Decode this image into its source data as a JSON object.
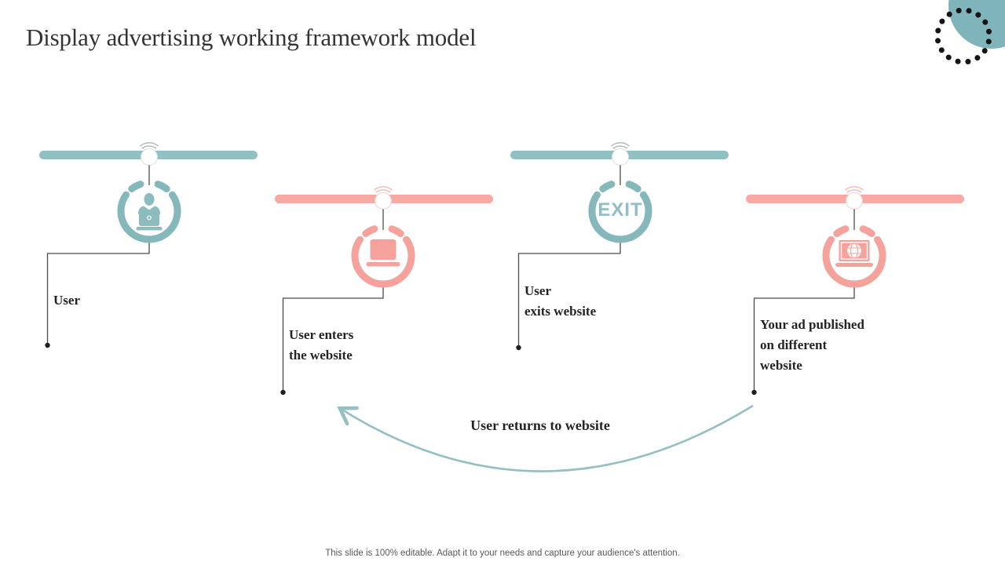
{
  "slide": {
    "title": "Display advertising working framework model",
    "footer": "This slide is 100% editable. Adapt it to your needs and capture your audience's attention."
  },
  "nodes": [
    {
      "label": "User",
      "icon": "person-at-laptop-icon",
      "color_name": "teal"
    },
    {
      "label": "User enters\nthe website",
      "icon": "laptop-icon",
      "color_name": "pink"
    },
    {
      "label": "User\nexits website",
      "icon": "exit-badge",
      "badge": "EXIT",
      "color_name": "teal"
    },
    {
      "label": "Your ad published\non different\nwebsite",
      "icon": "laptop-globe-icon",
      "color_name": "pink"
    }
  ],
  "return_arrow": {
    "label": "User returns to website"
  },
  "colors": {
    "teal_bar": "#8FC0C2",
    "teal_ring": "#85B8BB",
    "pink_bar": "#F8A9A3",
    "pink_ring": "#F5A29C",
    "deco_circle": "#7FB5BA",
    "connector": "#4A4A4A",
    "arrow": "#95BFC1",
    "label_text": "#242424",
    "title_text": "#343434",
    "footer_text": "#595959"
  }
}
